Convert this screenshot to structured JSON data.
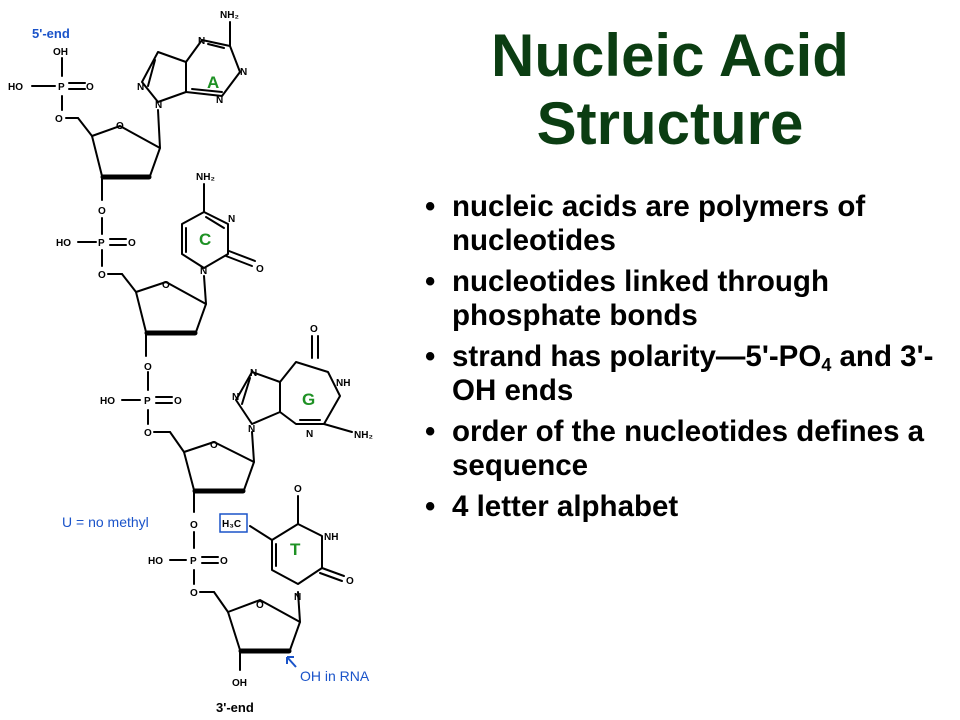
{
  "slide": {
    "title_line1": "Nucleic Acid",
    "title_line2": "Structure"
  },
  "bullets": [
    "nucleic acids are polymers of nucleotides",
    "nucleotides linked through phosphate bonds",
    {
      "main": "strand has polarity—5'-PO",
      "sub": "4",
      "rest": " and 3'-OH ends"
    },
    "order of the nucleotides defines a sequence",
    "4 letter alphabet"
  ],
  "diagram": {
    "end_5": "5'-end",
    "end_3": "3'-end",
    "bases": {
      "a": "A",
      "c": "C",
      "g": "G",
      "t": "T"
    },
    "note_methyl": "U = no methyl",
    "note_rna": "OH in RNA",
    "atoms": {
      "oh": "OH",
      "ho": "HO",
      "p": "P",
      "o": "O",
      "n": "N",
      "nh": "NH",
      "nh2": "NH₂",
      "h3c": "H₃C"
    }
  },
  "colors": {
    "title": "#0b3d12",
    "base_label": "#1e9124",
    "annotation": "#1a53c9"
  }
}
